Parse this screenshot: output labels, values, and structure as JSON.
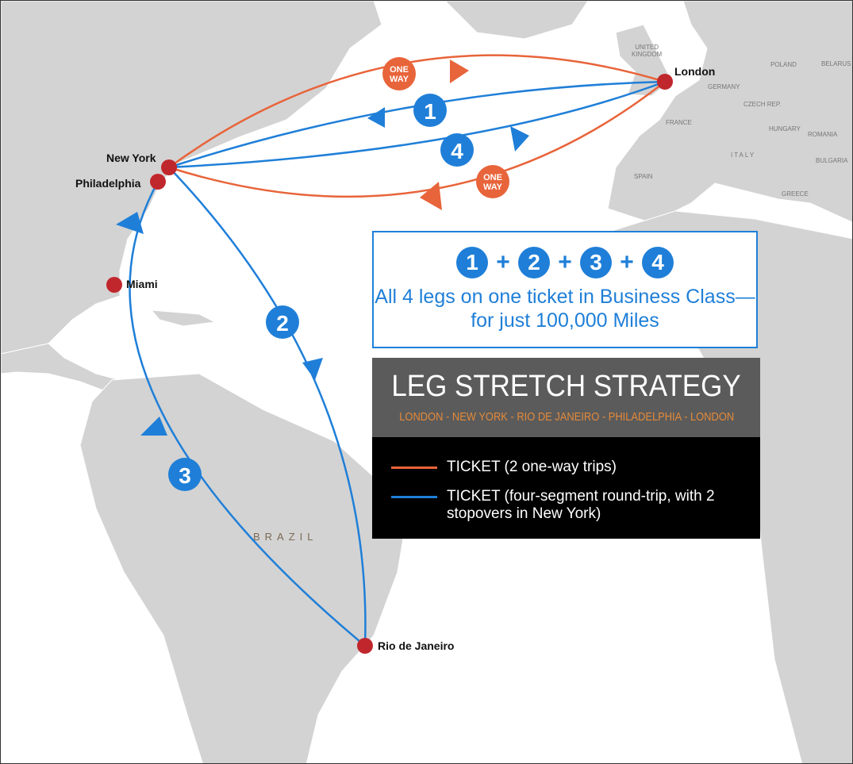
{
  "colors": {
    "orange": "#e8643a",
    "blue": "#1f7fd8",
    "city": "#c0272d",
    "land": "#d3d3d3",
    "ocean": "#ffffff"
  },
  "cities": {
    "london": "London",
    "new_york": "New York",
    "philadelphia": "Philadelphia",
    "miami": "Miami",
    "rio": "Rio de Janeiro"
  },
  "countries": [
    "UNITED\nKINGDOM",
    "POLAND",
    "BELARUS",
    "GERMANY",
    "CZECH REP.",
    "FRANCE",
    "HUNGARY",
    "ROMANIA",
    "ITALY",
    "BULGARIA",
    "SPAIN",
    "GREECE"
  ],
  "region_label": "BRAZIL",
  "badges": {
    "one_way": "ONE\nWAY",
    "leg1": "1",
    "leg2": "2",
    "leg3": "3",
    "leg4": "4"
  },
  "info": {
    "nums": [
      "1",
      "2",
      "3",
      "4"
    ],
    "plus": "+",
    "text": "All 4 legs on one ticket in Business Class—for just 100,000 Miles"
  },
  "title": "LEG STRETCH STRATEGY",
  "route": "LONDON - NEW YORK - RIO DE JANEIRO - PHILADELPHIA - LONDON",
  "legend": [
    {
      "label": "TICKET (2 one-way trips)",
      "color": "#e8643a"
    },
    {
      "label": "TICKET (four-segment round-trip, with 2 stopovers in New York)",
      "color": "#1f7fd8"
    }
  ]
}
